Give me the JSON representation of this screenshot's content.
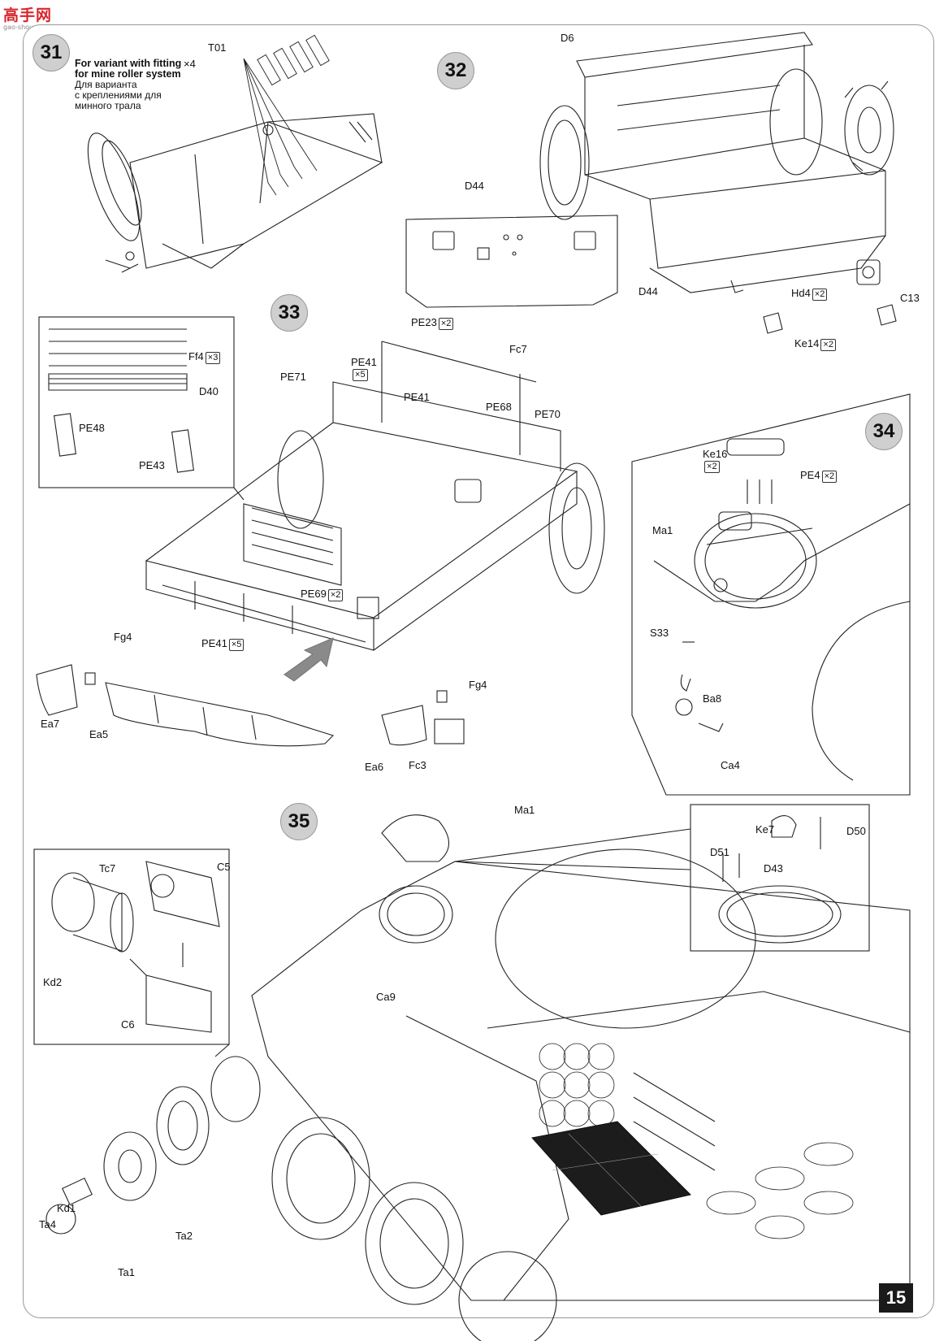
{
  "watermark": {
    "site": "高手网",
    "url": "gao-shou.com"
  },
  "page_number": "15",
  "steps": {
    "s31": {
      "number": "31",
      "note_en_1": "For variant with fitting",
      "note_en_2": "for mine roller system",
      "note_ru_1": "Для варианта",
      "note_ru_2": "с креплениями для",
      "note_ru_3": "минного трала",
      "labels": {
        "t01": "T01",
        "t01_qty": "4"
      }
    },
    "s32": {
      "number": "32",
      "labels": {
        "d6": "D6",
        "d44_a": "D44",
        "d44_b": "D44",
        "hd4": "Hd4",
        "hd4_qty": "2",
        "c13": "C13",
        "ke14": "Ke14",
        "ke14_qty": "2"
      }
    },
    "s33": {
      "number": "33",
      "labels": {
        "pe23": "PE23",
        "pe23_qty": "2",
        "fc7": "Fc7",
        "pe71": "PE71",
        "pe41_a": "PE41",
        "pe41_a_qty": "5",
        "pe41_b": "PE41",
        "pe68": "PE68",
        "pe70": "PE70",
        "ff4": "Ff4",
        "ff4_qty": "3",
        "d40": "D40",
        "pe48": "PE48",
        "pe43": "PE43",
        "pe69": "PE69",
        "pe69_qty": "2",
        "fg4_a": "Fg4",
        "pe41_c": "PE41",
        "pe41_c_qty": "5",
        "fg4_b": "Fg4",
        "ea7": "Ea7",
        "ea5": "Ea5",
        "ea6": "Ea6",
        "fc3": "Fc3"
      }
    },
    "s34": {
      "number": "34",
      "labels": {
        "ke16": "Ke16",
        "ke16_qty": "2",
        "pe4": "PE4",
        "pe4_qty": "2",
        "ma1": "Ma1",
        "s33": "S33",
        "ba8": "Ba8",
        "ca4": "Ca4"
      }
    },
    "s35": {
      "number": "35",
      "labels": {
        "ma1": "Ma1",
        "ke7": "Ke7",
        "d50": "D50",
        "d51": "D51",
        "d43": "D43",
        "tc7": "Tc7",
        "c5": "C5",
        "kd2": "Kd2",
        "c6": "C6",
        "ca9": "Ca9",
        "ta4": "Ta4",
        "kd1": "Kd1",
        "ta1": "Ta1",
        "ta2": "Ta2"
      }
    }
  }
}
